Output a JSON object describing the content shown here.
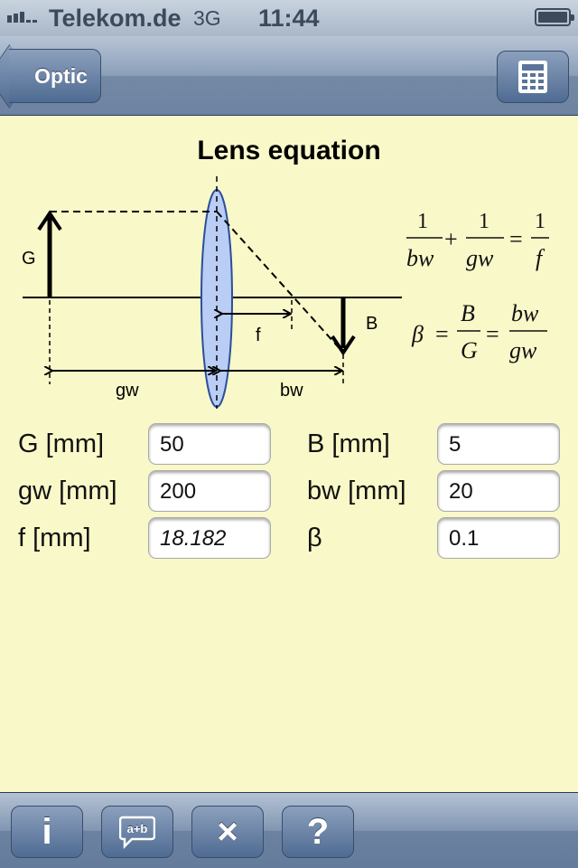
{
  "status_bar": {
    "carrier": "Telekom.de",
    "network": "3G",
    "time": "11:44"
  },
  "nav": {
    "back_label": "Optic",
    "calculator_icon": "calculator-icon"
  },
  "title": "Lens equation",
  "diagram": {
    "label_G": "G",
    "label_B": "B",
    "label_f": "f",
    "label_gw": "gw",
    "label_bw": "bw"
  },
  "formulas": {
    "one": "1",
    "bw": "bw",
    "gw": "gw",
    "f": "f",
    "beta": "β",
    "B": "B",
    "G": "G",
    "plus": "+",
    "equals": "="
  },
  "fields": {
    "G": {
      "label": "G [mm]",
      "value": "50"
    },
    "B": {
      "label": "B [mm]",
      "value": "5"
    },
    "gw": {
      "label": "gw [mm]",
      "value": "200"
    },
    "bw": {
      "label": "bw [mm]",
      "value": "20"
    },
    "f": {
      "label": "f [mm]",
      "value": "18.182"
    },
    "beta": {
      "label": "β",
      "value": "0.1"
    }
  },
  "toolbar": {
    "info": "i",
    "formula": "a+b",
    "clear": "×",
    "help": "?"
  },
  "colors": {
    "background": "#f9f8c8",
    "bar": "#7489a6",
    "lens": "#b9cdf5"
  }
}
